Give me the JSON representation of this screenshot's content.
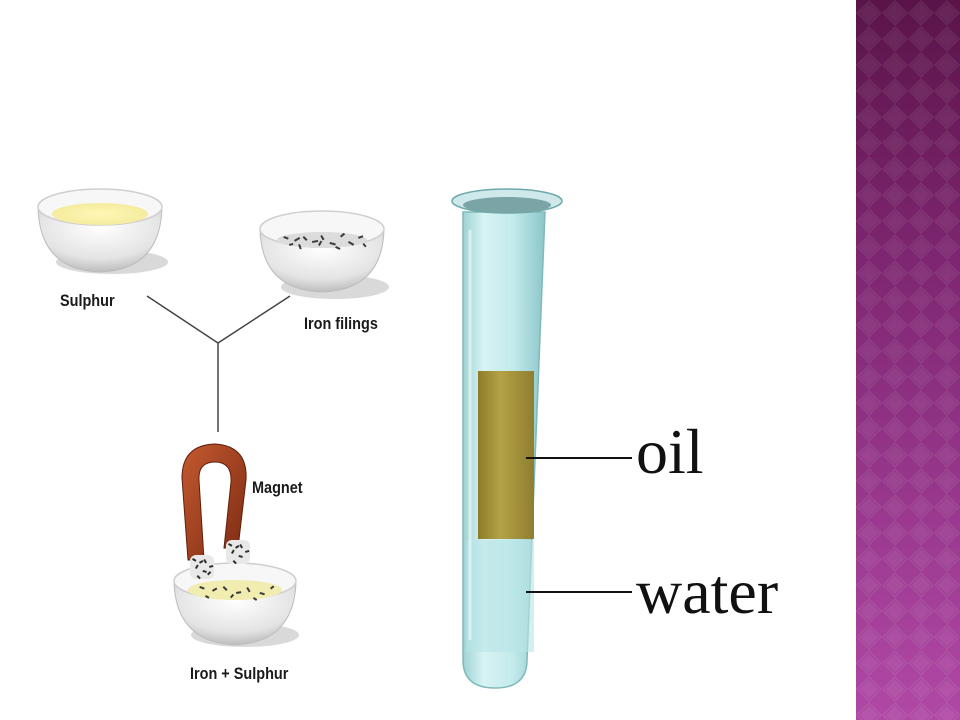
{
  "mixture_diagram": {
    "sulphur_label": "Sulphur",
    "iron_filings_label": "Iron filings",
    "magnet_label": "Magnet",
    "mixture_label": "Iron + Sulphur"
  },
  "test_tube": {
    "oil_label": "oil",
    "water_label": "water"
  },
  "colors": {
    "side_panel": "#8e2c83",
    "oil": "#a08f35",
    "water": "#b8e4e6",
    "magnet": "#9a3a1c"
  }
}
